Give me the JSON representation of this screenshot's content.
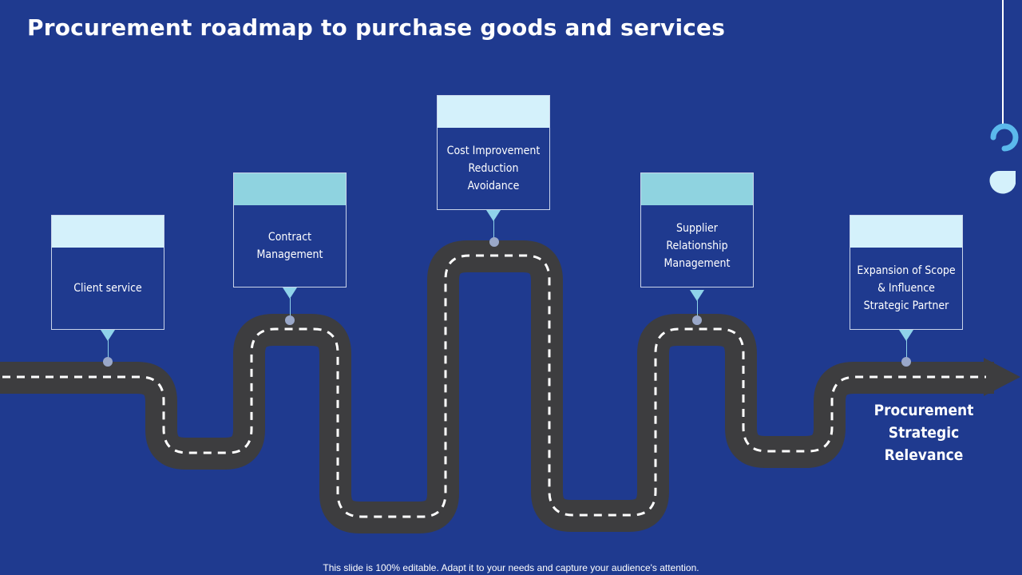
{
  "title": "Procurement roadmap to purchase goods and services",
  "stages": [
    {
      "label": "Client service",
      "header_color": "#d4f1fb"
    },
    {
      "label": "Contract Management",
      "header_color": "#8fd3e0"
    },
    {
      "label": "Cost Improvement Reduction Avoidance",
      "header_color": "#d4f1fb"
    },
    {
      "label": "Supplier Relationship Management",
      "header_color": "#8fd3e0"
    },
    {
      "label": "Expansion of Scope & Influence Strategic Partner",
      "header_color": "#d4f1fb"
    }
  ],
  "end_label": "Procurement Strategic Relevance",
  "footer": "This slide is 100% editable. Adapt it to your needs and capture your audience's attention.",
  "colors": {
    "background": "#1f3a8f",
    "road": "#3d3d3f",
    "dash": "#ffffff",
    "accent": "#8fd3ea"
  },
  "icons": [
    "hook-icon"
  ]
}
